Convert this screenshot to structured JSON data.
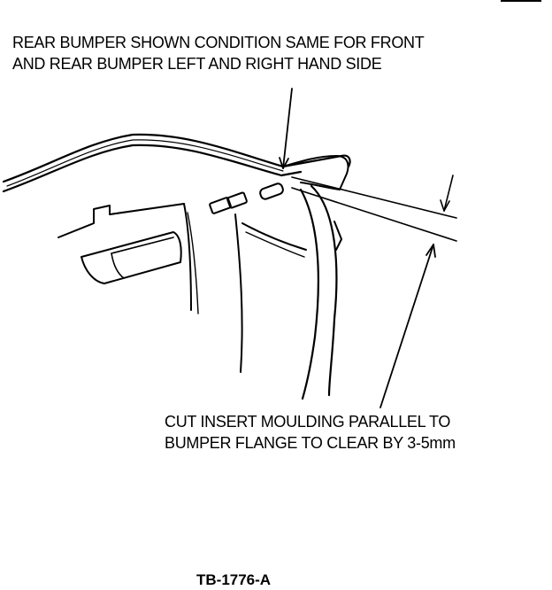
{
  "captions": {
    "top_line1": "REAR BUMPER SHOWN CONDITION SAME FOR FRONT",
    "top_line2": "AND REAR BUMPER LEFT AND RIGHT HAND SIDE",
    "bottom_line1": "CUT INSERT MOULDING PARALLEL TO",
    "bottom_line2": "BUMPER FLANGE TO CLEAR BY 3-5mm"
  },
  "figure_id": "TB-1776-A"
}
